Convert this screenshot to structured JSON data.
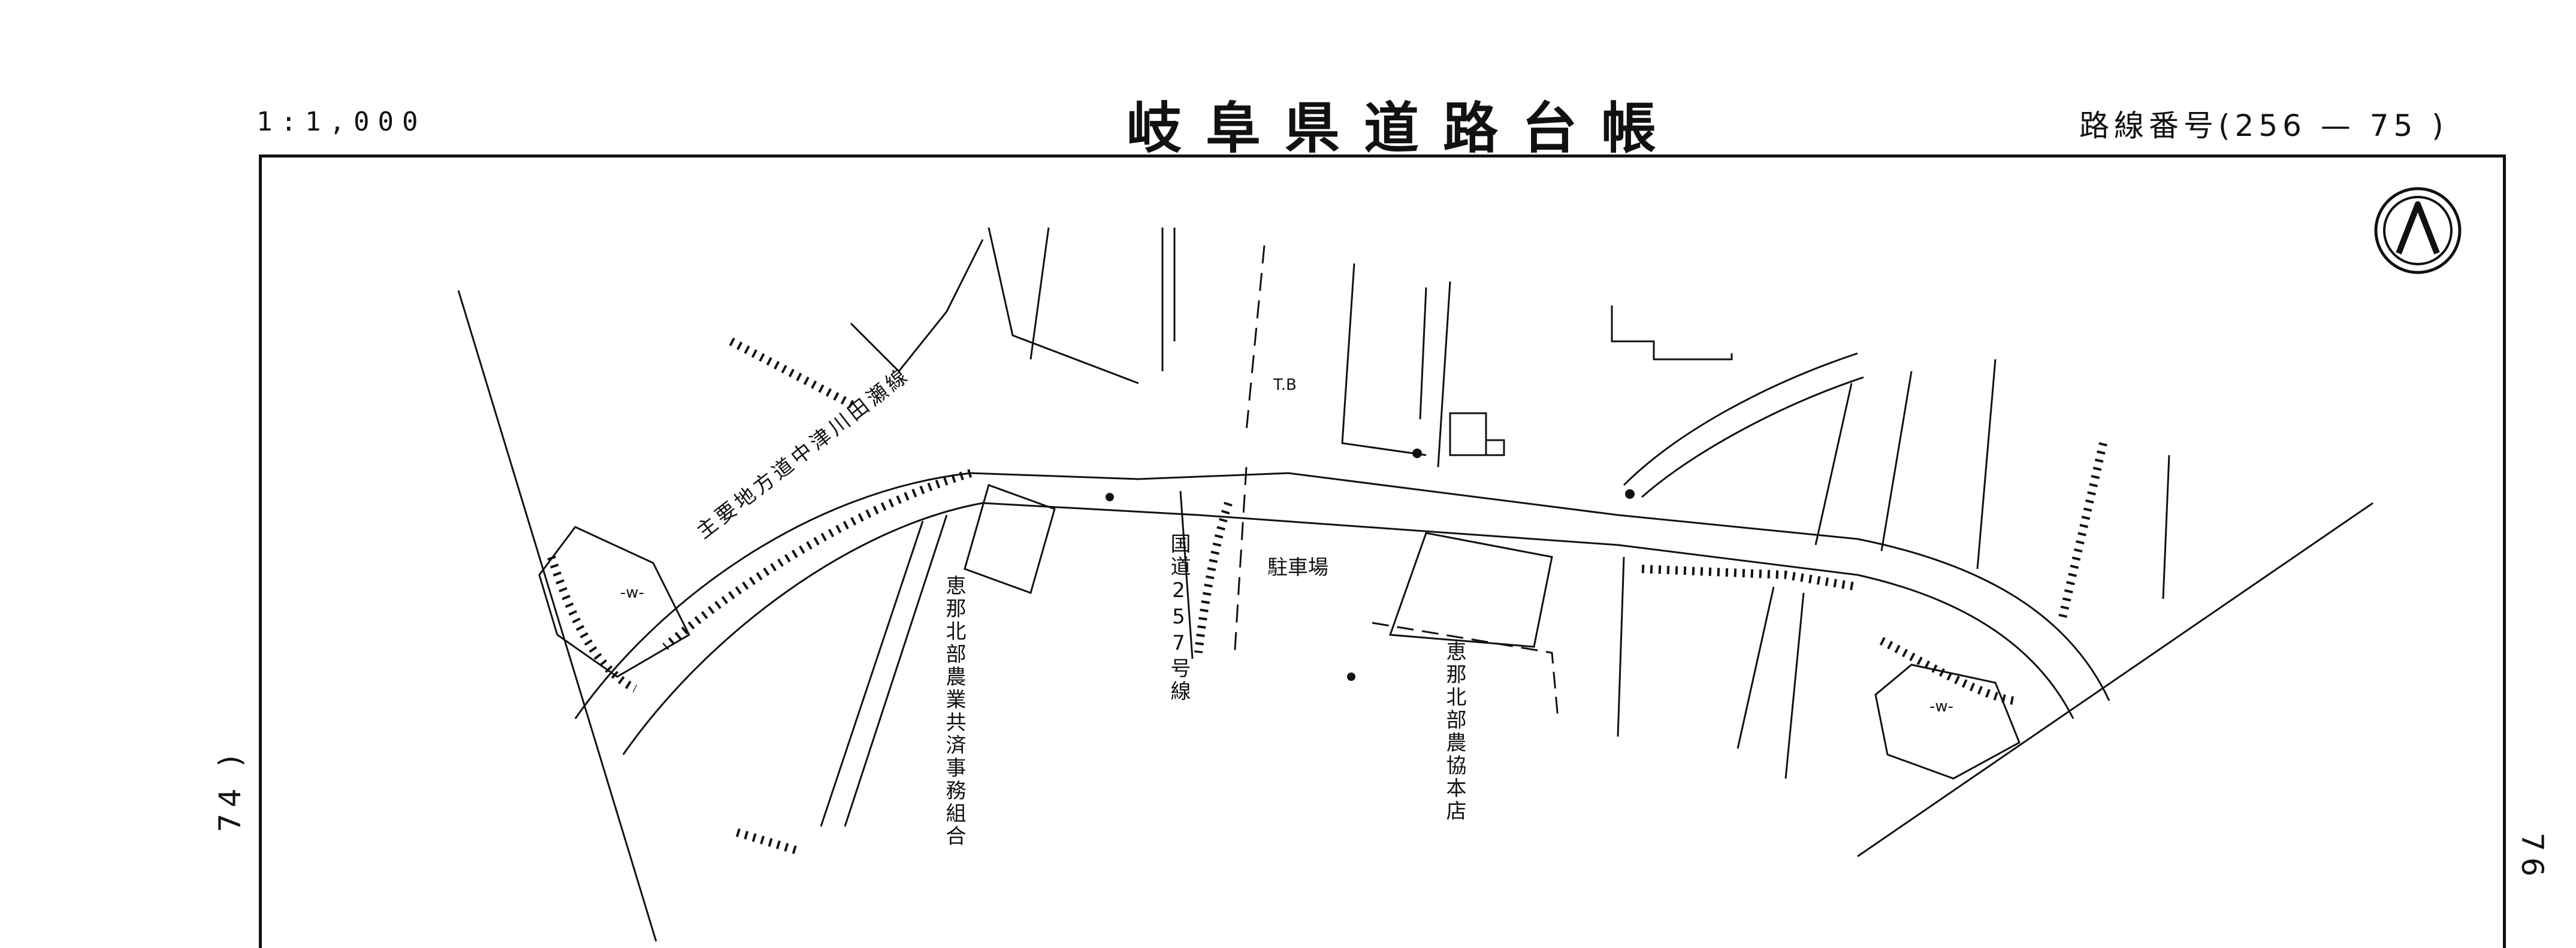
{
  "header": {
    "scale": "1:1,000",
    "title": "岐阜県道路台帳",
    "route_label": "路線番号(256 — 75 )"
  },
  "margins": {
    "left_ref": "74 )",
    "left_dash": "-",
    "right_ref": "76"
  },
  "map_labels": {
    "national_road": "国道257号線",
    "road_number": "257",
    "parking": "駐車場",
    "kyosai": "恵那北部農業共済事務組合",
    "nokyo": "恵那北部農協本店",
    "prefectural_road": "主要地方道中津川田瀬線",
    "point_tb": "T.B",
    "water_left": "-w-",
    "water_right": "-w-"
  },
  "north_arrow": "north-arrow-icon"
}
